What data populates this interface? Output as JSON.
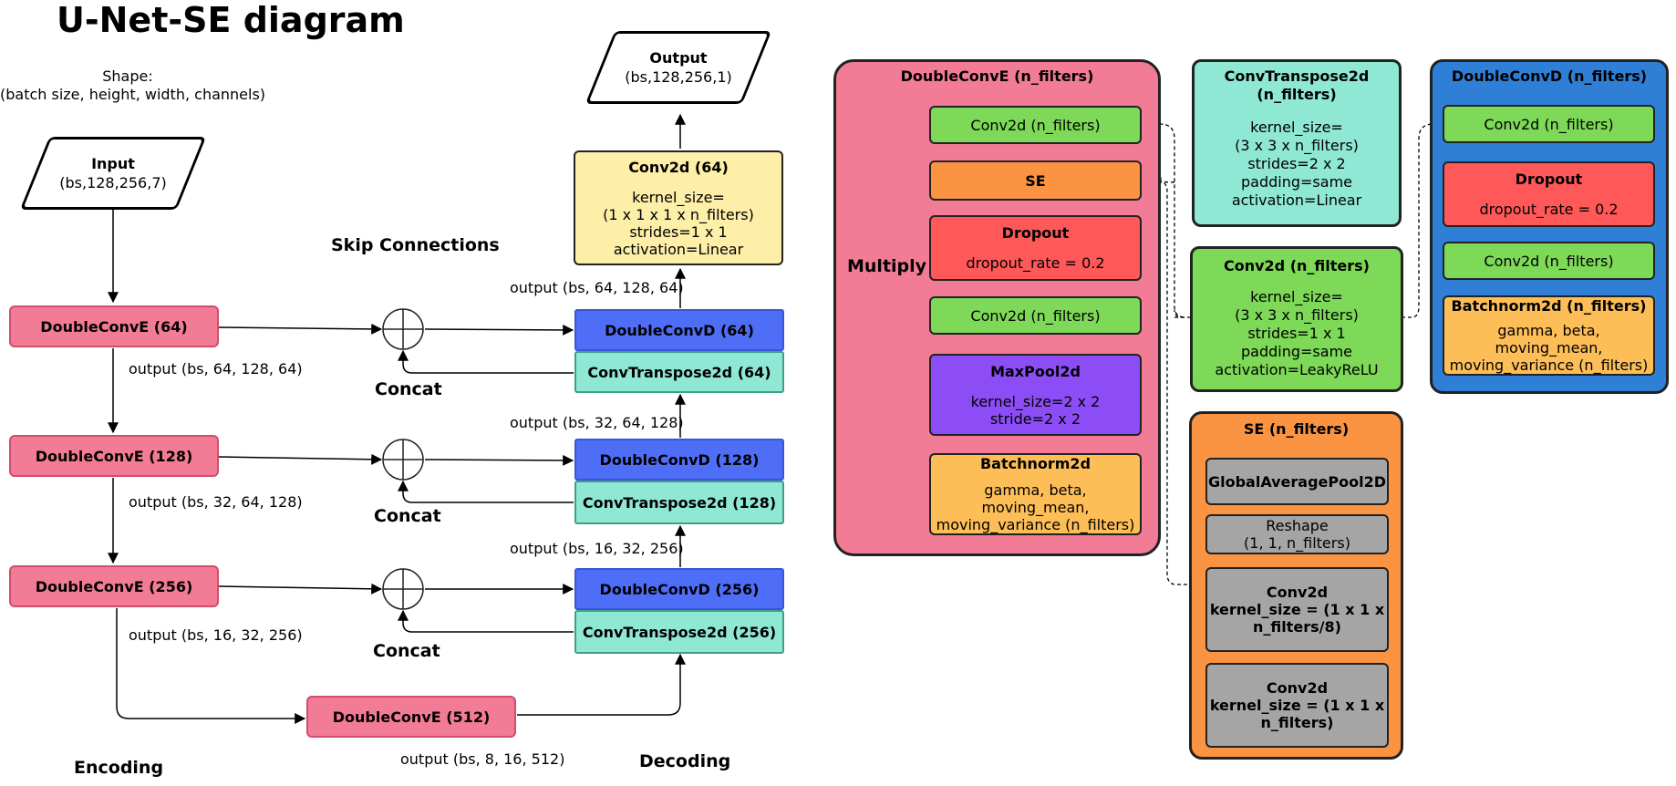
{
  "title": "U-Net-SE diagram",
  "shape_note": [
    "Shape:",
    "(batch size, height, width, channels)"
  ],
  "input": {
    "title": "Input",
    "shape": "(bs,128,256,7)"
  },
  "output": {
    "title": "Output",
    "shape": "(bs,128,256,1)"
  },
  "encoding": {
    "section_label": "Encoding",
    "blocks": [
      "DoubleConvE (64)",
      "DoubleConvE (128)",
      "DoubleConvE (256)",
      "DoubleConvE (512)"
    ],
    "outputs": [
      "output (bs, 64, 128, 64)",
      "output (bs, 32, 64, 128)",
      "output (bs, 16, 32, 256)",
      "output (bs, 8, 16, 512)"
    ]
  },
  "skip": {
    "section_label": "Skip Connections",
    "concat_label": "Concat",
    "multiply_label": "Multiply"
  },
  "decoding": {
    "section_label": "Decoding",
    "decoders": [
      "DoubleConvD (64)",
      "DoubleConvD (128)",
      "DoubleConvD (256)"
    ],
    "transposes": [
      "ConvTranspose2d (64)",
      "ConvTranspose2d (128)",
      "ConvTranspose2d (256)"
    ],
    "outputs": [
      "output (bs, 64, 128, 64)",
      "output (bs, 32, 64, 128)",
      "output (bs, 16, 32, 256)"
    ],
    "final_conv": {
      "title": "Conv2d (64)",
      "lines": [
        "kernel_size=",
        "(1 x 1 x 1 x n_filters)",
        "strides=1 x 1",
        "activation=Linear"
      ]
    }
  },
  "double_conv_e": {
    "title": "DoubleConvE (n_filters)",
    "conv1": "Conv2d (n_filters)",
    "se": "SE",
    "dropout_title": "Dropout",
    "dropout_rate": "dropout_rate = 0.2",
    "conv2": "Conv2d (n_filters)",
    "maxpool_title": "MaxPool2d",
    "maxpool_lines": [
      "kernel_size=2 x 2",
      "stride=2 x 2"
    ],
    "batchnorm_title": "Batchnorm2d",
    "batchnorm_lines": [
      "gamma, beta, moving_mean,",
      "moving_variance (n_filters)"
    ]
  },
  "conv_transpose_def": {
    "title": [
      "ConvTranspose2d",
      "(n_filters)"
    ],
    "lines": [
      "kernel_size=",
      "(3 x 3 x n_filters)",
      "strides=2 x 2",
      "padding=same",
      "activation=Linear"
    ]
  },
  "conv2d_def": {
    "title": "Conv2d (n_filters)",
    "lines": [
      "kernel_size=",
      "(3 x 3 x n_filters)",
      "strides=1 x 1",
      "padding=same",
      "activation=LeakyReLU"
    ]
  },
  "double_conv_d": {
    "title": "DoubleConvD (n_filters)",
    "conv1": "Conv2d (n_filters)",
    "dropout_title": "Dropout",
    "dropout_rate": "dropout_rate = 0.2",
    "conv2": "Conv2d (n_filters)",
    "batchnorm_title": "Batchnorm2d (n_filters)",
    "batchnorm_lines": [
      "gamma, beta, moving_mean,",
      "moving_variance (n_filters)"
    ]
  },
  "se_block": {
    "title": "SE (n_filters)",
    "gap": "GlobalAveragePool2D",
    "reshape": [
      "Reshape",
      "(1, 1, n_filters)"
    ],
    "conv_a": [
      "Conv2d",
      "kernel_size = (1 x 1 x",
      "n_filters/8)"
    ],
    "conv_b": [
      "Conv2d",
      "kernel_size = (1 x 1 x",
      "n_filters)"
    ]
  },
  "colors": {
    "encoder_pink": "#f27b95",
    "decoder_blue": "#4f6ef7",
    "transpose_teal": "#8fe8d3",
    "conv_green": "#7dd957",
    "se_orange": "#fb9442",
    "dropout_red": "#ff5858",
    "maxpool_purple": "#8c4df7",
    "batchnorm_amber": "#fdbe58",
    "final_yellow": "#fdeea8",
    "se_gray": "#a5a5a5"
  }
}
